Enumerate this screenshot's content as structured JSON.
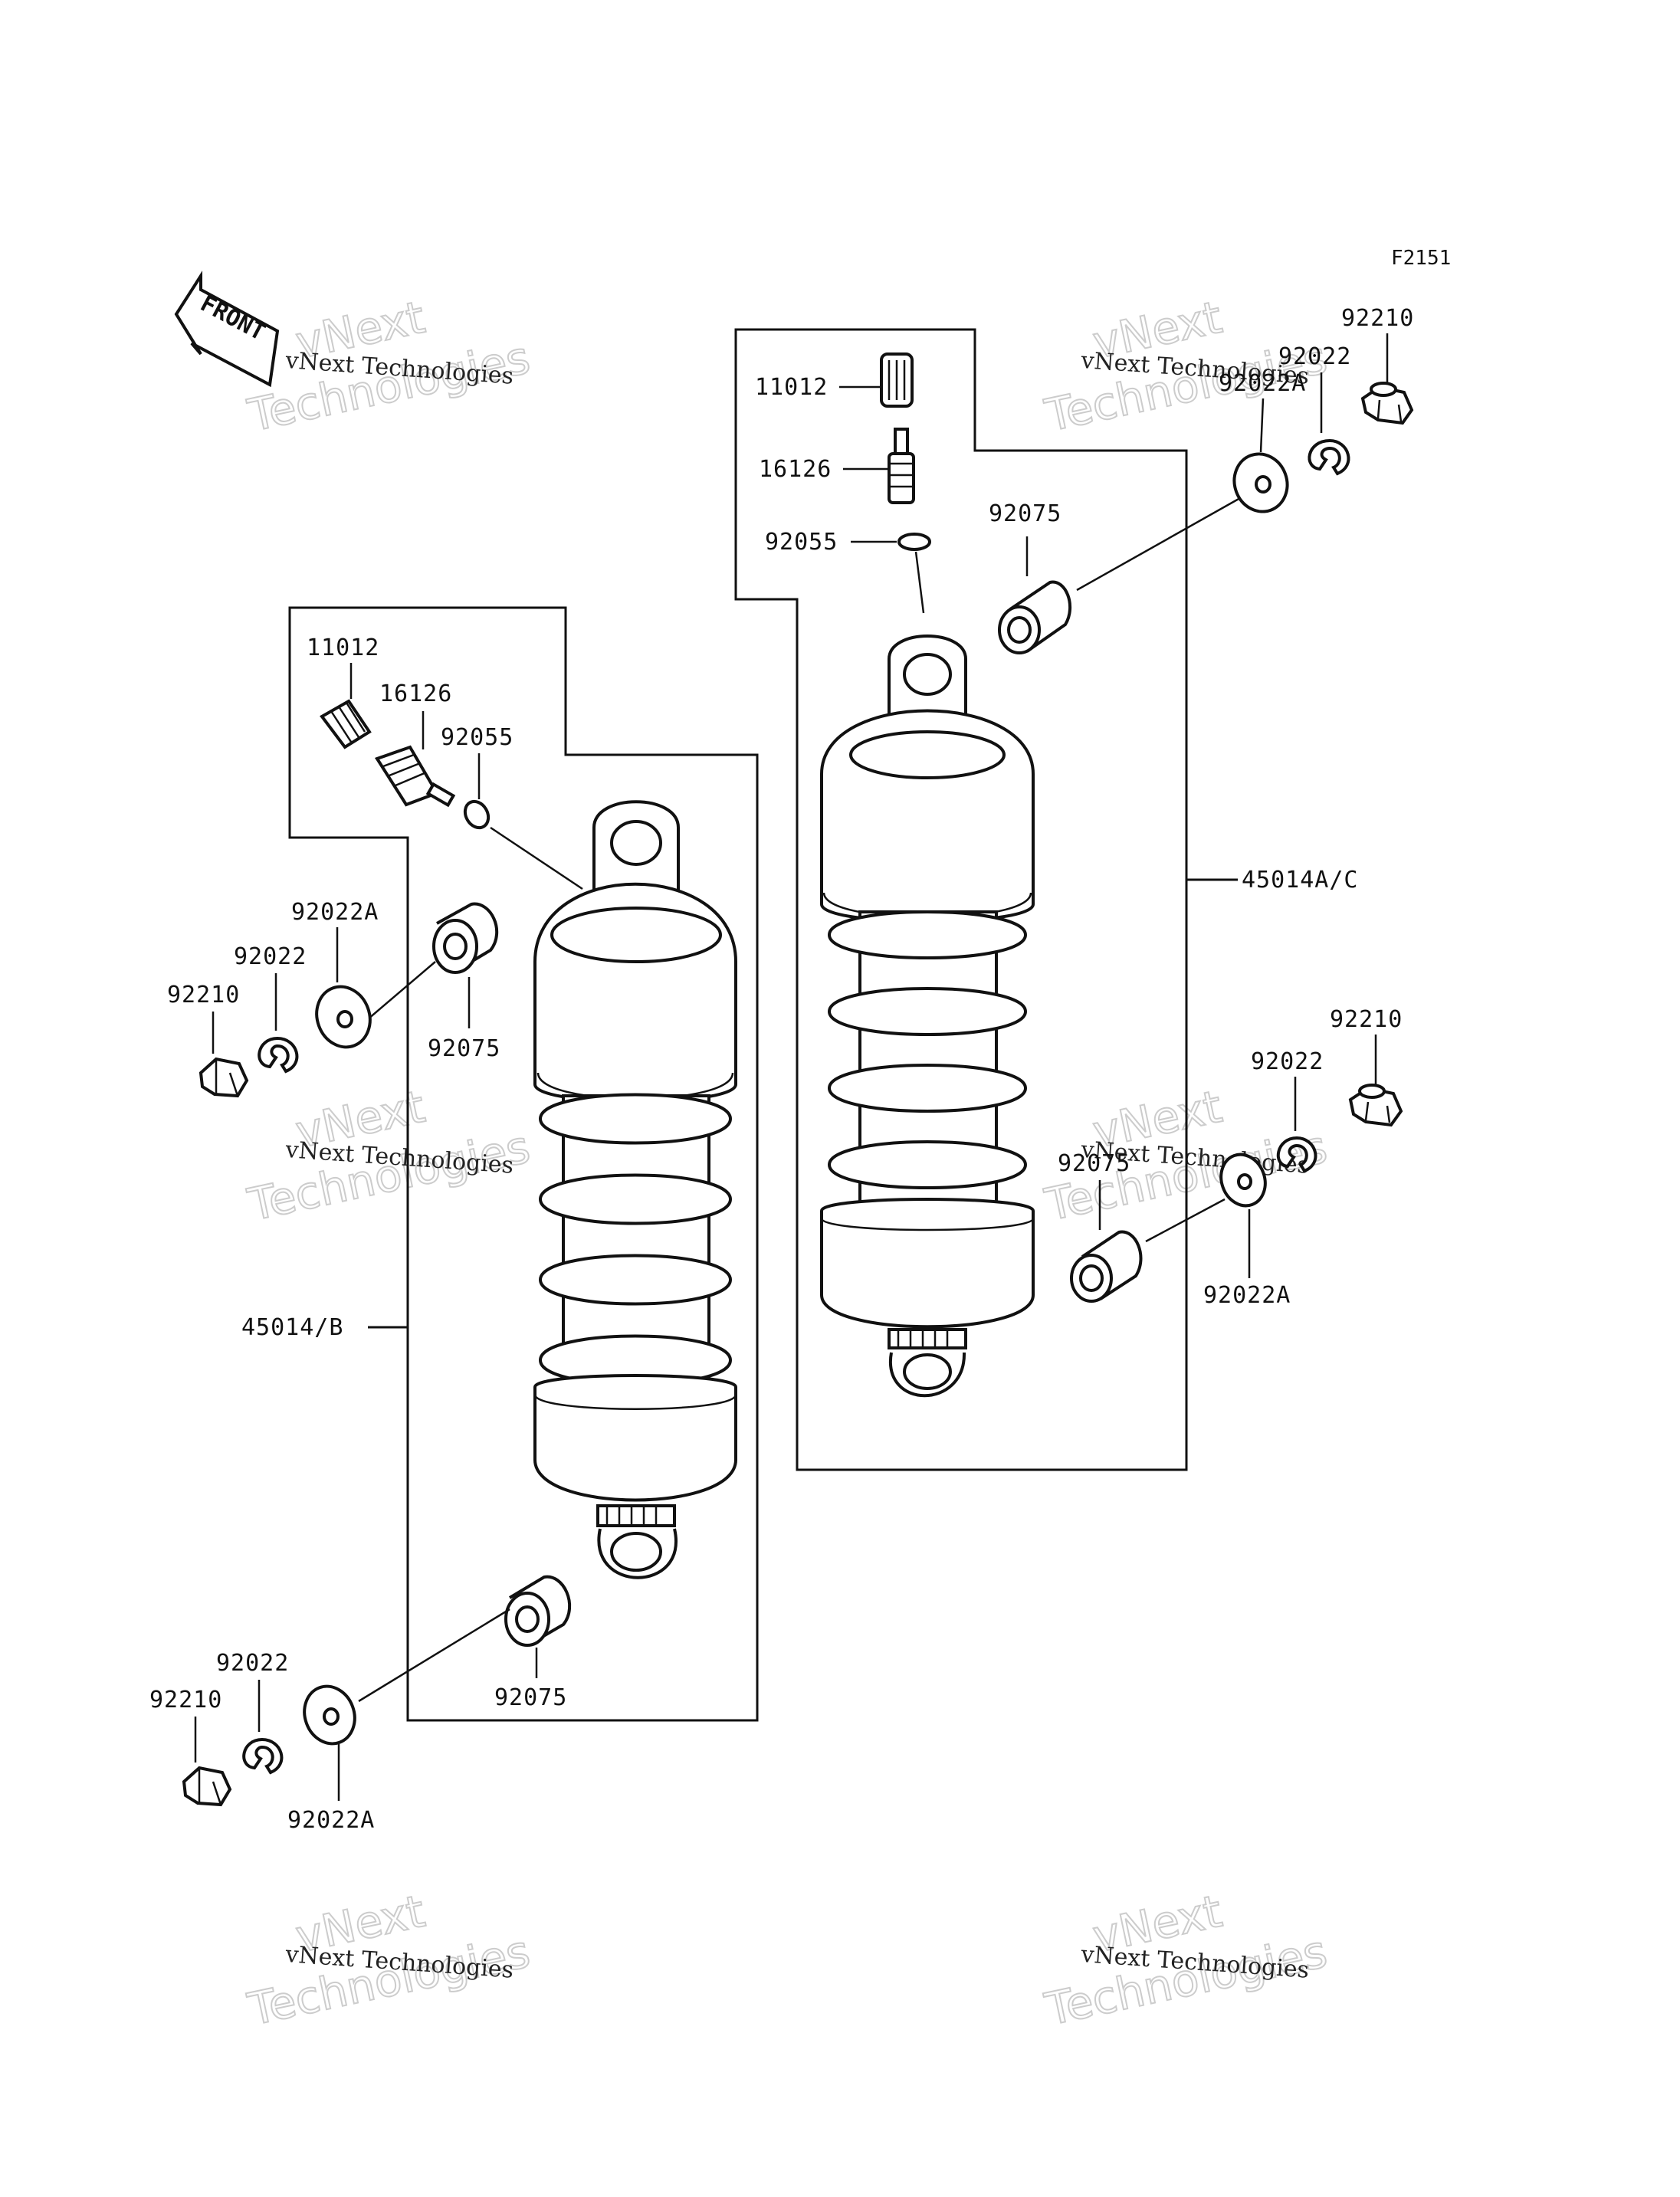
{
  "figure_code": "F2151",
  "front_label": "FRONT",
  "watermark": {
    "line1": "vNext",
    "line2": "Technologies",
    "caption": "vNext Technologies"
  },
  "labels": {
    "r_11012": "11012",
    "r_16126": "16126",
    "r_92055": "92055",
    "r_92075_top": "92075",
    "r_92022a_top": "92022A",
    "r_92022_top": "92022",
    "r_92210_top": "92210",
    "r_assembly": "45014A/C",
    "r_92210_bot": "92210",
    "r_92022_bot": "92022",
    "r_92075_bot": "92075",
    "r_92022a_bot": "92022A",
    "l_11012": "11012",
    "l_16126": "16126",
    "l_92055": "92055",
    "l_92022a_top": "92022A",
    "l_92022_top": "92022",
    "l_92210_top": "92210",
    "l_92075_top": "92075",
    "l_assembly": "45014/B",
    "l_92022_bot": "92022",
    "l_92210_bot": "92210",
    "l_92075_bot": "92075",
    "l_92022a_bot": "92022A"
  }
}
